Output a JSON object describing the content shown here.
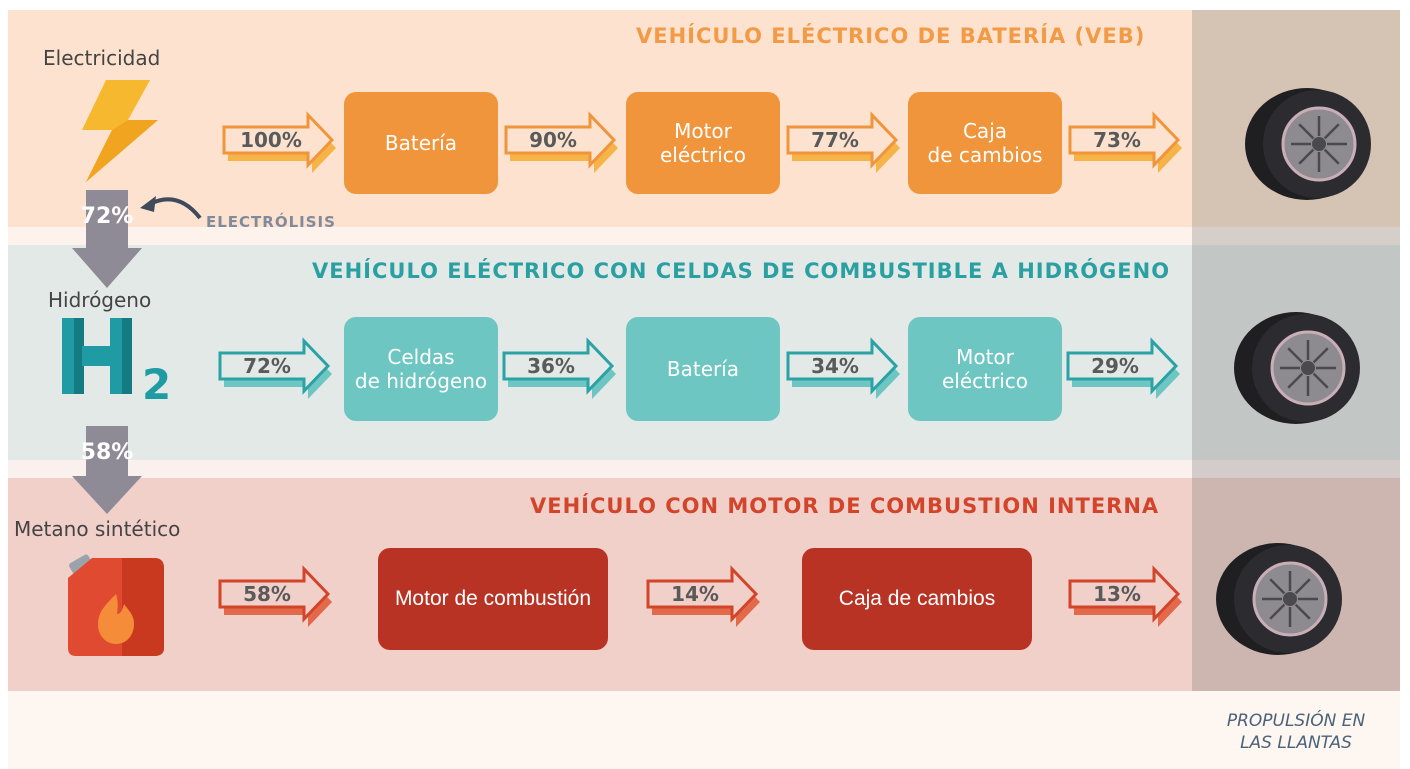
{
  "sections": {
    "veb": {
      "title": "VEHÍCULO ELÉCTRICO DE BATERÍA (VEB)",
      "source": "Electricidad",
      "flow": [
        {
          "kind": "arrow",
          "value": "100%"
        },
        {
          "kind": "box",
          "label": "Batería"
        },
        {
          "kind": "arrow",
          "value": "90%"
        },
        {
          "kind": "box",
          "label": "Motor\neléctrico"
        },
        {
          "kind": "arrow",
          "value": "77%"
        },
        {
          "kind": "box",
          "label": "Caja\nde cambios"
        },
        {
          "kind": "arrow",
          "value": "73%"
        }
      ]
    },
    "h2": {
      "title": "VEHÍCULO ELÉCTRICO CON CELDAS DE COMBUSTIBLE A HIDRÓGENO",
      "source": "Hidrógeno",
      "flow": [
        {
          "kind": "arrow",
          "value": "72%"
        },
        {
          "kind": "box",
          "label": "Celdas\nde hidrógeno"
        },
        {
          "kind": "arrow",
          "value": "36%"
        },
        {
          "kind": "box",
          "label": "Batería"
        },
        {
          "kind": "arrow",
          "value": "34%"
        },
        {
          "kind": "box",
          "label": "Motor\neléctrico"
        },
        {
          "kind": "arrow",
          "value": "29%"
        }
      ]
    },
    "ice": {
      "title": "VEHÍCULO CON MOTOR DE COMBUSTION INTERNA",
      "source": "Metano sintético",
      "flow": [
        {
          "kind": "arrow",
          "value": "58%"
        },
        {
          "kind": "box",
          "label": "Motor de combustión"
        },
        {
          "kind": "arrow",
          "value": "14%"
        },
        {
          "kind": "box",
          "label": "Caja de cambios"
        },
        {
          "kind": "arrow",
          "value": "13%"
        }
      ]
    }
  },
  "conversions": {
    "electricity_to_hydrogen": "72%",
    "hydrogen_to_methane": "58%",
    "electrolysis_label": "ELECTRÓLISIS"
  },
  "h2_symbol": {
    "letter": "H",
    "subscript": "2"
  },
  "footer": "PROPULSIÓN EN\nLAS LLANTAS",
  "colors": {
    "veb_accent": "#f0953b",
    "h2_accent": "#6ec6c3",
    "ice_accent": "#b83324",
    "veb_title": "#f29a45",
    "h2_title": "#2ba0a3",
    "ice_title": "#d2452b",
    "down_arrow": "#8e8b97"
  },
  "icons": {
    "veb": "lightning-bolt-icon",
    "h2": "h2-molecule-icon",
    "ice": "fuel-canister-icon",
    "output": "wheel-icon"
  }
}
